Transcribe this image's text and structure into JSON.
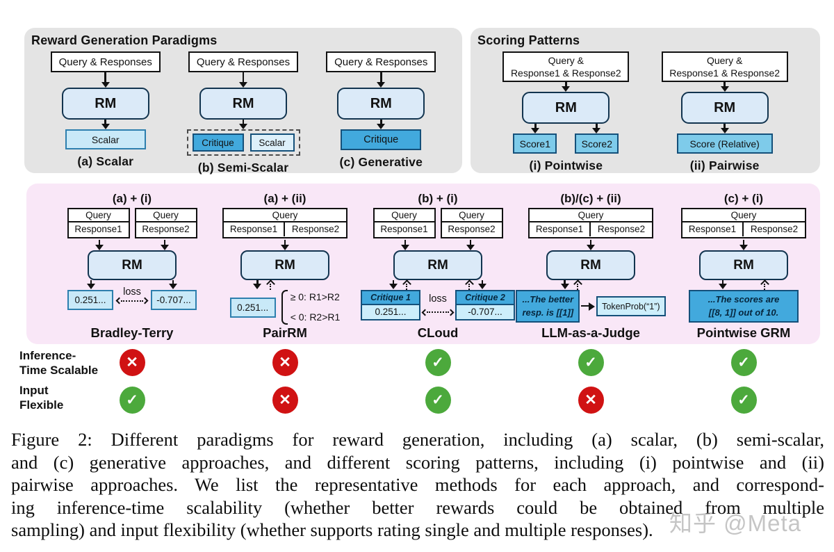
{
  "reward_generation": {
    "title": "Reward Generation Paradigms",
    "a": {
      "input": "Query & Responses",
      "rm": "RM",
      "output": "Scalar",
      "caption": "(a) Scalar"
    },
    "b": {
      "input": "Query & Responses",
      "rm": "RM",
      "output_critique": "Critique",
      "output_scalar": "Scalar",
      "caption": "(b) Semi-Scalar"
    },
    "c": {
      "input": "Query & Responses",
      "rm": "RM",
      "output": "Critique",
      "caption": "(c) Generative"
    }
  },
  "scoring_patterns": {
    "title": "Scoring Patterns",
    "i": {
      "input_line1": "Query &",
      "input_line2": "Response1 & Response2",
      "rm": "RM",
      "score1": "Score1",
      "score2": "Score2",
      "caption": "(i) Pointwise"
    },
    "ii": {
      "input_line1": "Query &",
      "input_line2": "Response1 & Response2",
      "rm": "RM",
      "score": "Score (Relative)",
      "caption": "(ii) Pairwise"
    }
  },
  "methods": {
    "bradley_terry": {
      "header": "(a) + (i)",
      "left_query": "Query",
      "left_response": "Response1",
      "right_query": "Query",
      "right_response": "Response2",
      "rm": "RM",
      "left_value": "0.251...",
      "right_value": "-0.707...",
      "loss_label": "loss",
      "name": "Bradley-Terry"
    },
    "pairrm": {
      "header": "(a) + (ii)",
      "query": "Query",
      "response1": "Response1",
      "response2": "Response2",
      "rm": "RM",
      "value": "0.251...",
      "rule1": "≥ 0: R1>R2",
      "rule2": "< 0: R2>R1",
      "name": "PairRM"
    },
    "cloud": {
      "header": "(b) + (i)",
      "left_query": "Query",
      "left_response": "Response1",
      "right_query": "Query",
      "right_response": "Response2",
      "rm": "RM",
      "left_critique": "Critique 1",
      "left_value": "0.251...",
      "right_critique": "Critique 2",
      "right_value": "-0.707...",
      "loss_label": "loss",
      "name": "CLoud"
    },
    "llm_judge": {
      "header": "(b)/(c) + (ii)",
      "query": "Query",
      "response1": "Response1",
      "response2": "Response2",
      "rm": "RM",
      "gen_line1": "...The better",
      "gen_line2": "resp. is [[1]]",
      "token": "TokenProb(“1”)",
      "name": "LLM-as-a-Judge"
    },
    "pointwise_grm": {
      "header": "(c) + (i)",
      "query": "Query",
      "response1": "Response1",
      "response2": "Response2",
      "rm": "RM",
      "gen_line1": "...The scores are",
      "gen_line2": "[[8, 1]] out of 10.",
      "name": "Pointwise GRM"
    }
  },
  "attributes": {
    "row1_label_line1": "Inference-",
    "row1_label_line2": "Time Scalable",
    "row2_label_line1": "Input",
    "row2_label_line2": "Flexible",
    "row1_values": [
      "no",
      "no",
      "yes",
      "yes",
      "yes"
    ],
    "row2_values": [
      "yes",
      "no",
      "yes",
      "no",
      "yes"
    ]
  },
  "caption_lines": [
    "Figure 2: Different paradigms for reward generation, including (a) scalar, (b) semi-scalar,",
    "and (c) generative approaches, and different scoring patterns, including (i) pointwise and (ii)",
    "pairwise approaches. We list the representative methods for each approach, and correspond-",
    "ing inference-time scalability (whether better rewards could be obtained from multiple",
    "sampling) and input flexibility (whether supports rating single and multiple responses)."
  ],
  "watermark": "知乎 @Meta",
  "colors": {
    "panel_gray": "#e4e4e4",
    "panel_pink": "#f9e7f7",
    "rm_fill": "#dbeaf8",
    "rm_border": "#12344f",
    "light_blue": "#c9e9f8",
    "dark_blue": "#42a9dd",
    "score_blue": "#7ecbea",
    "check_green": "#4ca93c",
    "cross_red": "#d01213"
  }
}
